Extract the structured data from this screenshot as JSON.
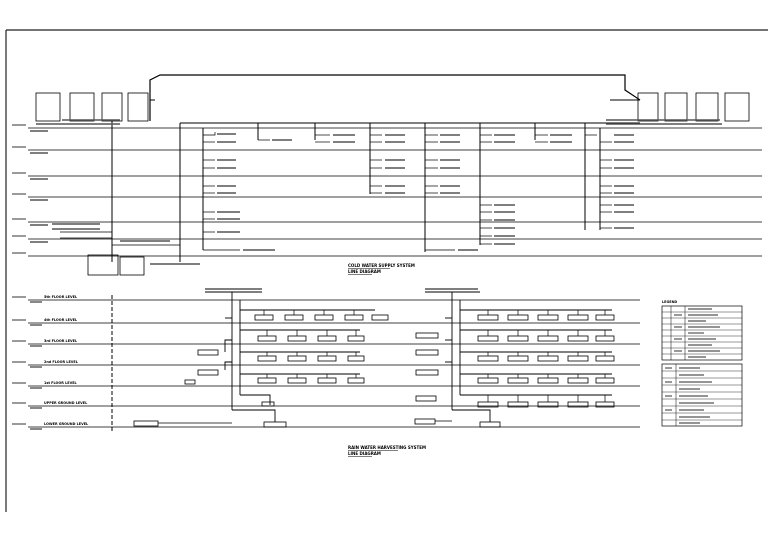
{
  "cold_water": {
    "title": "COLD WATER SUPPLY SYSTEM",
    "subtitle": "LINE DIAGRAM"
  },
  "rain_water": {
    "title": "RAIN WATER HARVESTING SYSTEM",
    "subtitle": "LINE DIAGRAM",
    "levels": [
      "5th FLOOR LEVEL",
      "4th FLOOR LEVEL",
      "3rd FLOOR LEVEL",
      "2nd FLOOR LEVEL",
      "1st FLOOR LEVEL",
      "UPPER GROUND LEVEL",
      "LOWER GROUND LEVEL"
    ]
  },
  "legend": {
    "title": "LEGEND",
    "rows": 9,
    "abbreviation_rows": 8
  },
  "colors": {
    "line": "#000000",
    "background": "#ffffff",
    "frame": "#222222"
  }
}
